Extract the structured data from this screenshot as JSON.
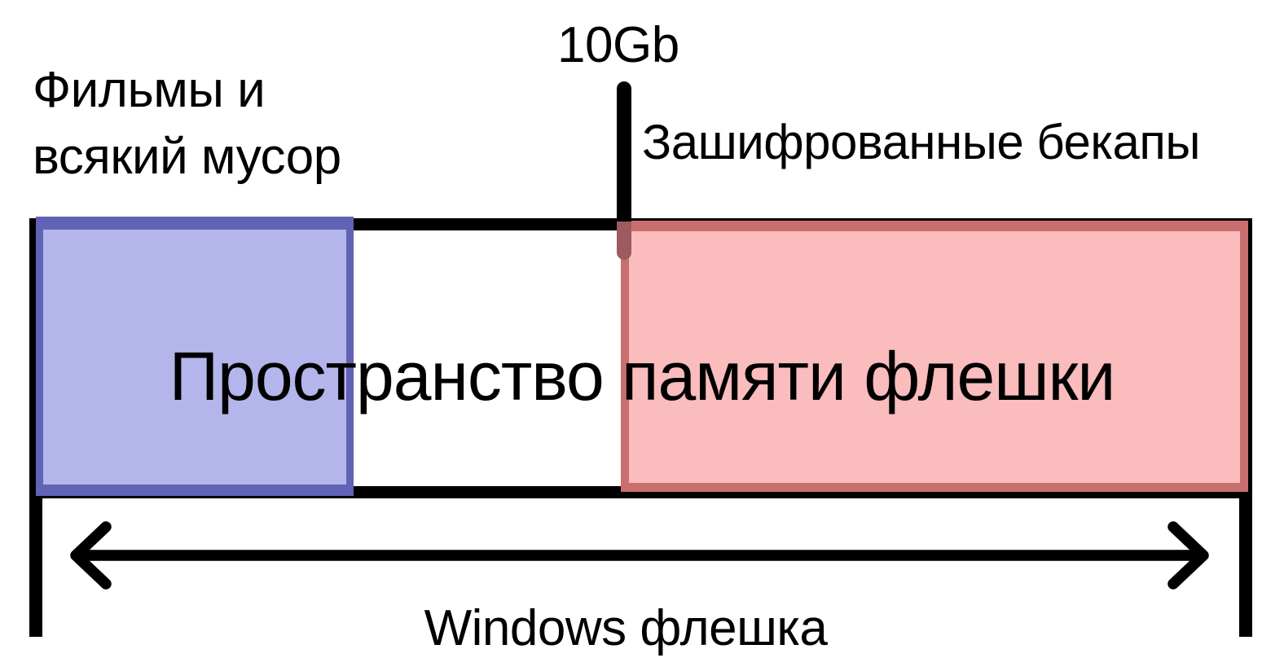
{
  "diagram": {
    "labels": {
      "tick_value": "10Gb",
      "left_region_line1": "Фильмы и",
      "left_region_line2": "всякий мусор",
      "right_region": "Зашифрованные бекапы",
      "center_title": "Пространство памяти флешки",
      "bottom_span": "Windows флешка"
    },
    "regions": [
      {
        "name": "movies-and-junk",
        "label": "Фильмы и всякий мусор",
        "fill": "#b4b5ea",
        "border": "#6163b6"
      },
      {
        "name": "encrypted-backups",
        "label": "Зашифрованные бекапы",
        "size_marker": "10Gb",
        "fill": "#fabcbc",
        "border": "#c76f6f"
      }
    ],
    "colors": {
      "line_black": "#000000",
      "purple_fill": "#b4b5ea",
      "purple_border": "#6163b6",
      "red_fill": "#fabcbc",
      "red_border": "#c76f6f",
      "tick_overlap_maroon": "#9d5b5f",
      "background": "#ffffff",
      "text": "#000000"
    }
  }
}
